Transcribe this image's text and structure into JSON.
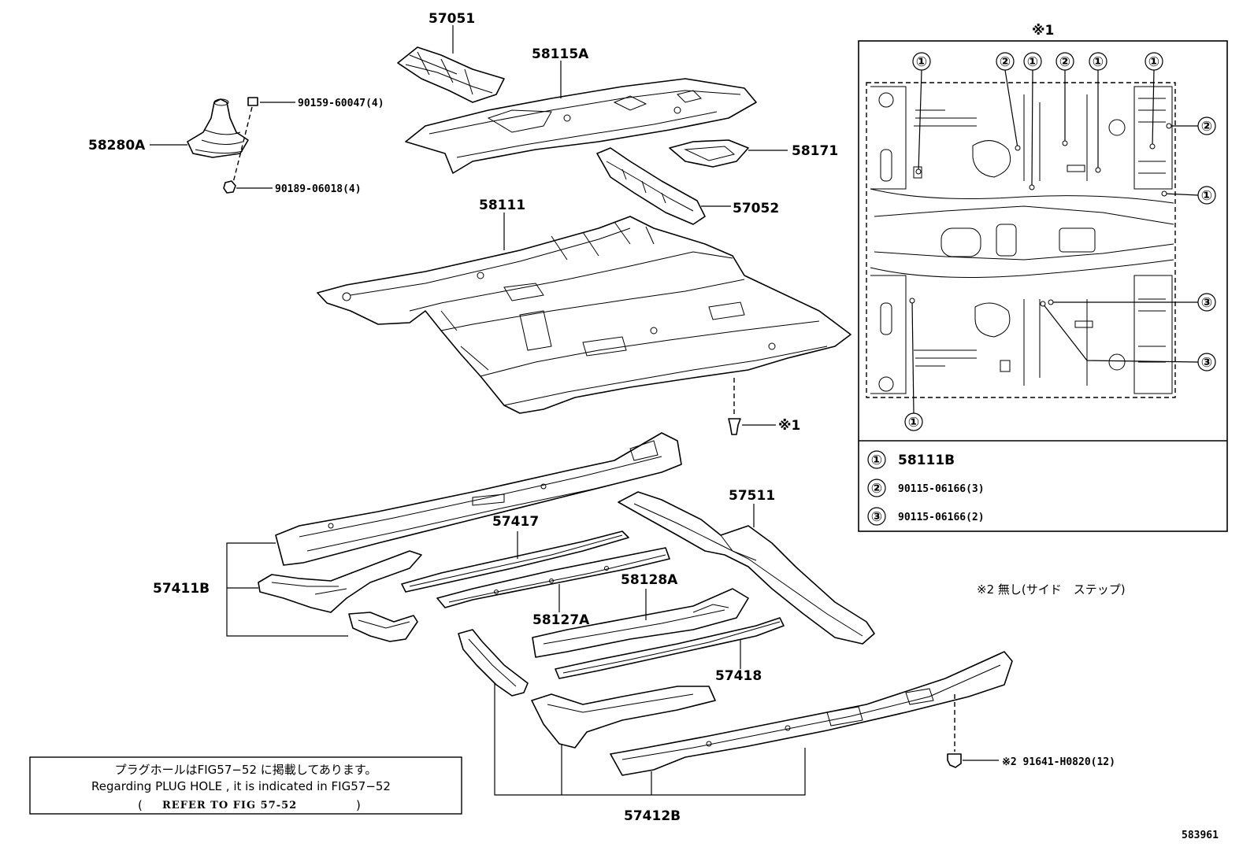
{
  "labels": {
    "p57051": "57051",
    "p58115A": "58115A",
    "p58280A": "58280A",
    "p90159": "90159-60047(4)",
    "p90189": "90189-06018(4)",
    "p58171": "58171",
    "p57052": "57052",
    "p58111": "58111",
    "ref1": "※1",
    "p57511": "57511",
    "p57417": "57417",
    "p58128A": "58128A",
    "p57411B": "57411B",
    "p58127A": "58127A",
    "p57418": "57418",
    "p57412B": "57412B",
    "p91641": "※2 91641-H0820(12)",
    "note2": "※2 無し(サイド　ステップ)",
    "figure_id": "583961"
  },
  "inset": {
    "title": "※1",
    "markers": {
      "c1": "①",
      "c2": "②",
      "c3": "③"
    },
    "legend": [
      {
        "marker": "①",
        "part": "58111B"
      },
      {
        "marker": "②",
        "part": "90115-06166(3)"
      },
      {
        "marker": "③",
        "part": "90115-06166(2)"
      }
    ]
  },
  "notice": {
    "line1": "プラグホールはFIG57−52 に掲載してあります。",
    "line2": "Regarding  PLUG HOLE  , it is  indicated  in  FIG57−52",
    "open": "(",
    "ref": "REFER TO FIG 57-52",
    "close": ")"
  }
}
